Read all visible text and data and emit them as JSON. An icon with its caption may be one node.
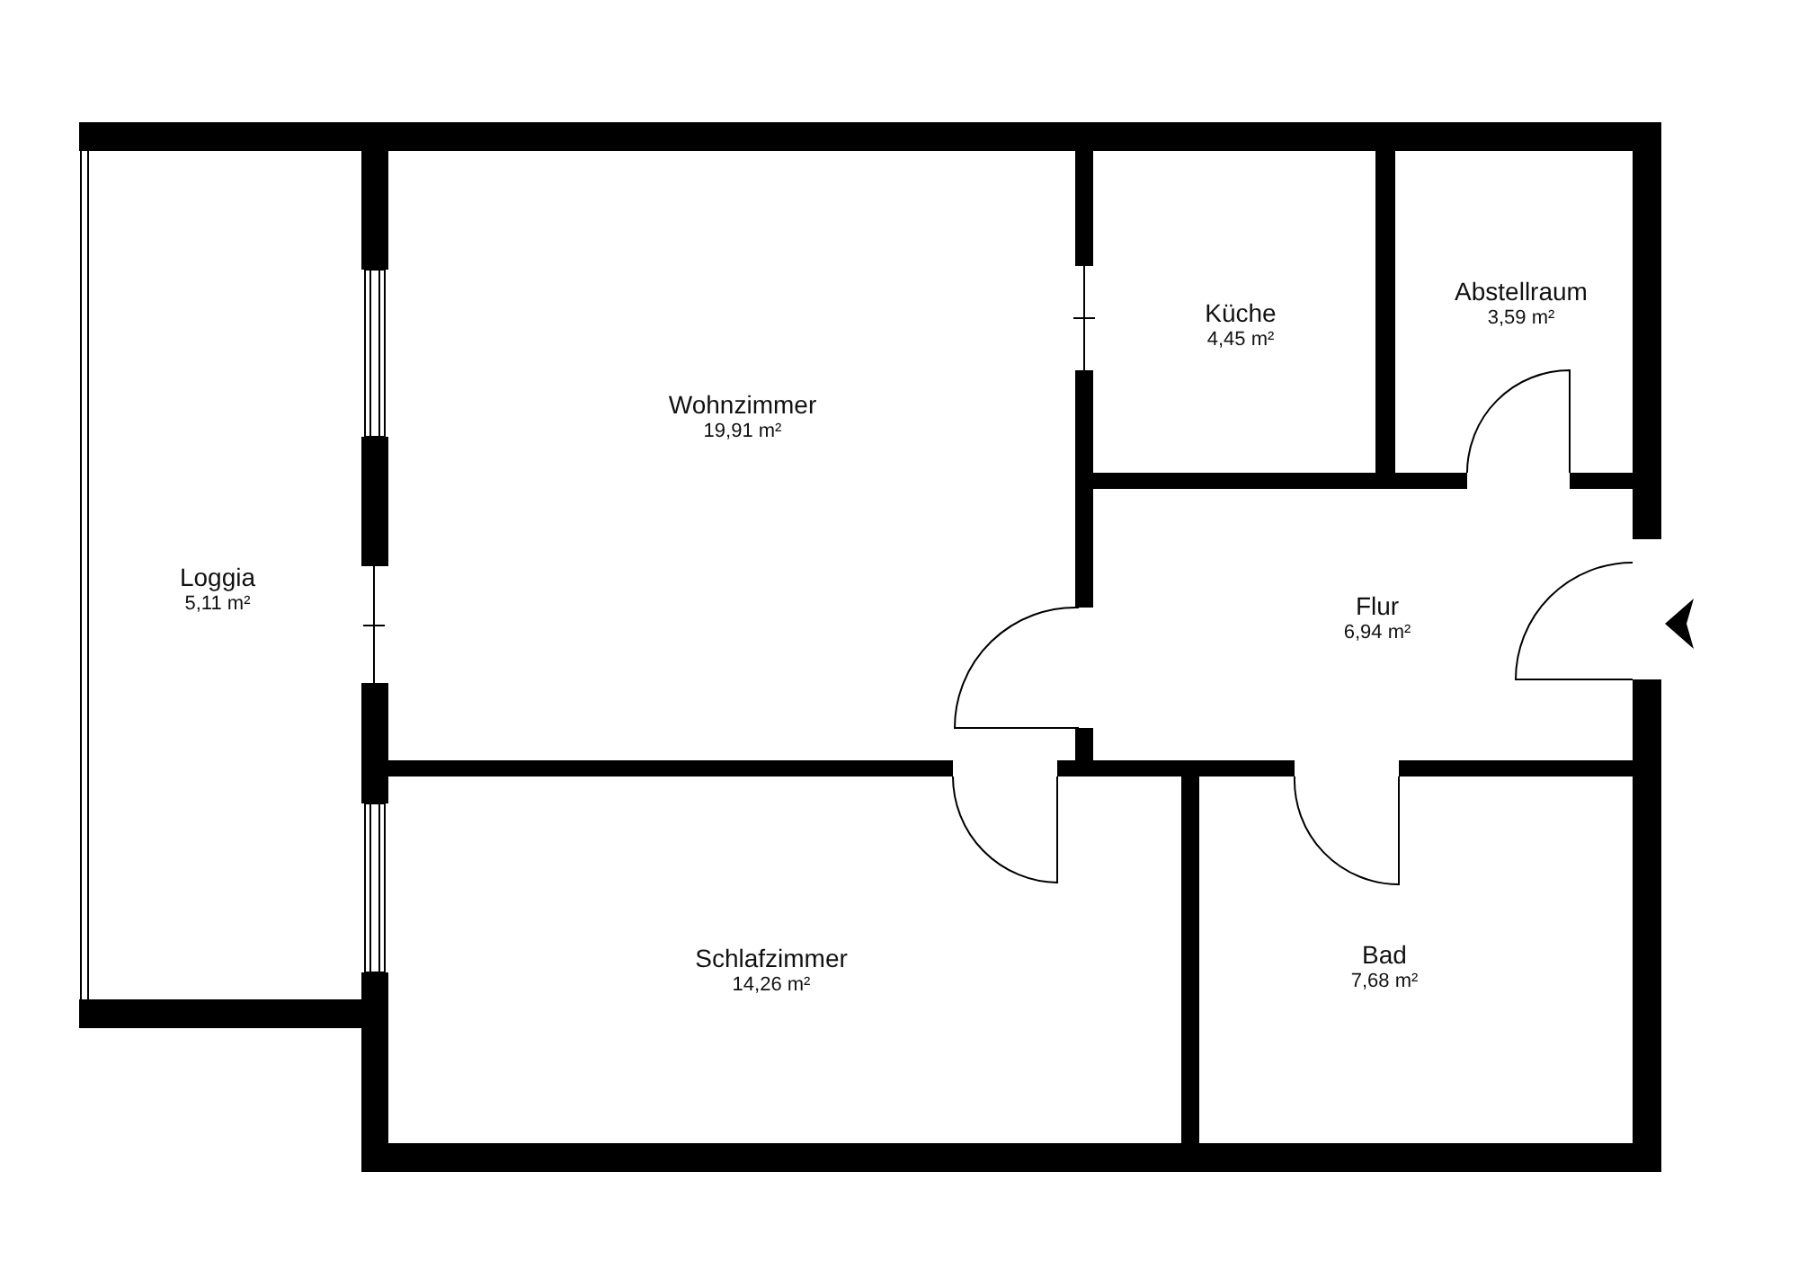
{
  "diagram": {
    "nodes": [
      {
        "text": [
          "Wohnzimmer",
          "19,91 m²"
        ]
      },
      {
        "text": [
          "Küche",
          "4,45 m²"
        ]
      },
      {
        "text": [
          "Abstellraum",
          "3,59 m²"
        ]
      },
      {
        "text": [
          "Loggia",
          "5,11 m²"
        ]
      },
      {
        "text": [
          "Flur",
          "6,94 m²"
        ]
      },
      {
        "text": [
          "Schlafzimmer",
          "14,26 m²"
        ]
      },
      {
        "text": [
          "Bad",
          "7,68 m²"
        ]
      }
    ],
    "edges": []
  }
}
